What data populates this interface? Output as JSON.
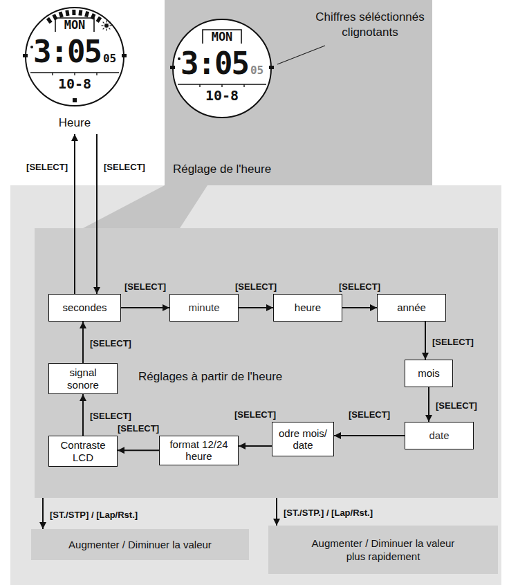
{
  "diagram": {
    "nodes": [
      {
        "text": [
          "MON",
          "3:05",
          "05",
          "10-8",
          "Heure"
        ]
      },
      {
        "text": [
          "MON",
          "3:05",
          "05",
          "10-8",
          "Réglage de l'heure"
        ]
      },
      {
        "text": [
          "Réglages à partir de l'heure"
        ]
      },
      {
        "text": [
          "secondes"
        ],
        "in": 2
      },
      {
        "text": [
          "minute"
        ],
        "in": 2
      },
      {
        "text": [
          "heure"
        ],
        "in": 2
      },
      {
        "text": [
          "année"
        ],
        "in": 2
      },
      {
        "text": [
          "mois"
        ],
        "in": 2
      },
      {
        "text": [
          "date"
        ],
        "in": 2
      },
      {
        "text": [
          "odre mois/ date"
        ],
        "in": 2
      },
      {
        "text": [
          "format 12/24 heure"
        ],
        "in": 2
      },
      {
        "text": [
          "Contraste LCD"
        ],
        "in": 2
      },
      {
        "text": [
          "signal sonore"
        ],
        "in": 2
      },
      {
        "text": [
          "Augmenter / Diminuer la valeur"
        ]
      },
      {
        "text": [
          "Augmenter / Diminuer la valeur plus rapidement"
        ]
      }
    ],
    "edges": [
      {
        "from": 0,
        "to": 3,
        "label": "[SELECT]",
        "arrow": "to"
      },
      {
        "from": 3,
        "to": 0,
        "label": "[SELECT]",
        "arrow": "to"
      },
      {
        "from": 3,
        "to": 4,
        "label": "[SELECT]",
        "arrow": "to"
      },
      {
        "from": 4,
        "to": 5,
        "label": "[SELECT]",
        "arrow": "to"
      },
      {
        "from": 5,
        "to": 6,
        "label": "[SELECT]",
        "arrow": "to"
      },
      {
        "from": 6,
        "to": 7,
        "label": "[SELECT]",
        "arrow": "to"
      },
      {
        "from": 7,
        "to": 8,
        "label": "[SELECT]",
        "arrow": "to"
      },
      {
        "from": 8,
        "to": 9,
        "label": "[SELECT]",
        "arrow": "to"
      },
      {
        "from": 9,
        "to": 10,
        "label": "[SELECT]",
        "arrow": "to"
      },
      {
        "from": 10,
        "to": 11,
        "label": "[SELECT]",
        "arrow": "to"
      },
      {
        "from": 11,
        "to": 12,
        "label": "[SELECT]",
        "arrow": "to"
      },
      {
        "from": 12,
        "to": 3,
        "label": "[SELECT]",
        "arrow": "to"
      },
      {
        "from": 2,
        "to": 13,
        "label": "[ST./STP] / [Lap/Rst.]",
        "arrow": "to"
      },
      {
        "from": 2,
        "to": 14,
        "label": "[ST./STP.] / [Lap/Rst.]",
        "arrow": "to"
      }
    ],
    "labels": [
      "Chiffres séléctionnés clignotants"
    ]
  }
}
